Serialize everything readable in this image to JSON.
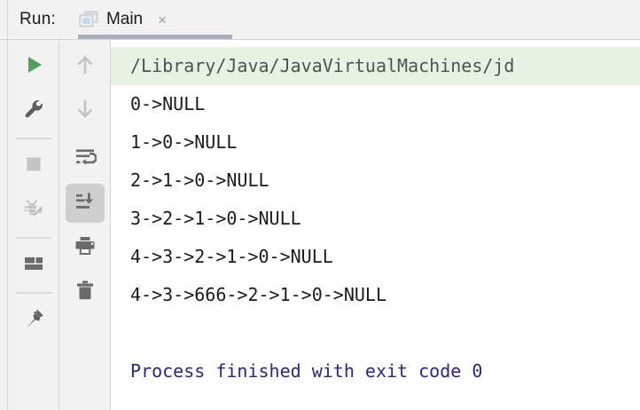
{
  "window": {
    "run_label": "Run:",
    "colors": {
      "background": "#f2f2f2",
      "console_background": "#ffffff",
      "tab_underline": "#a7b0bf",
      "command_line_background": "#e7f2e5",
      "exit_text": "#27258e",
      "run_icon": "#53a15e",
      "icon_gray": "#6b6b6b",
      "icon_disabled": "#c4c4c4"
    }
  },
  "tab": {
    "title": "Main",
    "icon": "console-window-icon",
    "close_label": "×",
    "selected": true
  },
  "left_toolbar": {
    "buttons": [
      {
        "name": "rerun-button",
        "icon": "play-icon",
        "tooltip": "Rerun",
        "enabled": true
      },
      {
        "name": "edit-configuration",
        "icon": "wrench-icon",
        "tooltip": "Edit Configuration",
        "enabled": true
      },
      {
        "name": "stop-button",
        "icon": "stop-square-icon",
        "tooltip": "Stop",
        "enabled": false
      },
      {
        "name": "attach-debugger",
        "icon": "bug-attach-icon",
        "tooltip": "Attach Debugger",
        "enabled": true
      },
      {
        "name": "layout-settings",
        "icon": "layout-icon",
        "tooltip": "Layout Settings",
        "enabled": true
      },
      {
        "name": "pin-tab-button",
        "icon": "pin-icon",
        "tooltip": "Pin Tab",
        "enabled": true
      }
    ]
  },
  "right_toolbar": {
    "buttons": [
      {
        "name": "up-the-stack-trace",
        "icon": "arrow-up-icon",
        "tooltip": "Up the Stack Trace",
        "enabled": false
      },
      {
        "name": "down-the-stack-trace",
        "icon": "arrow-down-icon",
        "tooltip": "Down the Stack Trace",
        "enabled": false
      },
      {
        "name": "soft-wrap-button",
        "icon": "soft-wrap-icon",
        "tooltip": "Soft-Wrap",
        "active": false
      },
      {
        "name": "scroll-to-end-button",
        "icon": "scroll-to-end-icon",
        "tooltip": "Scroll to End",
        "active": true
      },
      {
        "name": "print-button",
        "icon": "printer-icon",
        "tooltip": "Print",
        "active": false
      },
      {
        "name": "clear-all-button",
        "icon": "trash-icon",
        "tooltip": "Clear All",
        "active": false
      }
    ]
  },
  "console": {
    "lines": [
      {
        "text": "/Library/Java/JavaVirtualMachines/jd",
        "style": "cmd"
      },
      {
        "text": "0->NULL",
        "style": "out"
      },
      {
        "text": "1->0->NULL",
        "style": "out"
      },
      {
        "text": "2->1->0->NULL",
        "style": "out"
      },
      {
        "text": "3->2->1->0->NULL",
        "style": "out"
      },
      {
        "text": "4->3->2->1->0->NULL",
        "style": "out"
      },
      {
        "text": "4->3->666->2->1->0->NULL",
        "style": "out"
      },
      {
        "text": "",
        "style": "blank"
      },
      {
        "text": "Process finished with exit code 0",
        "style": "finish"
      }
    ]
  }
}
